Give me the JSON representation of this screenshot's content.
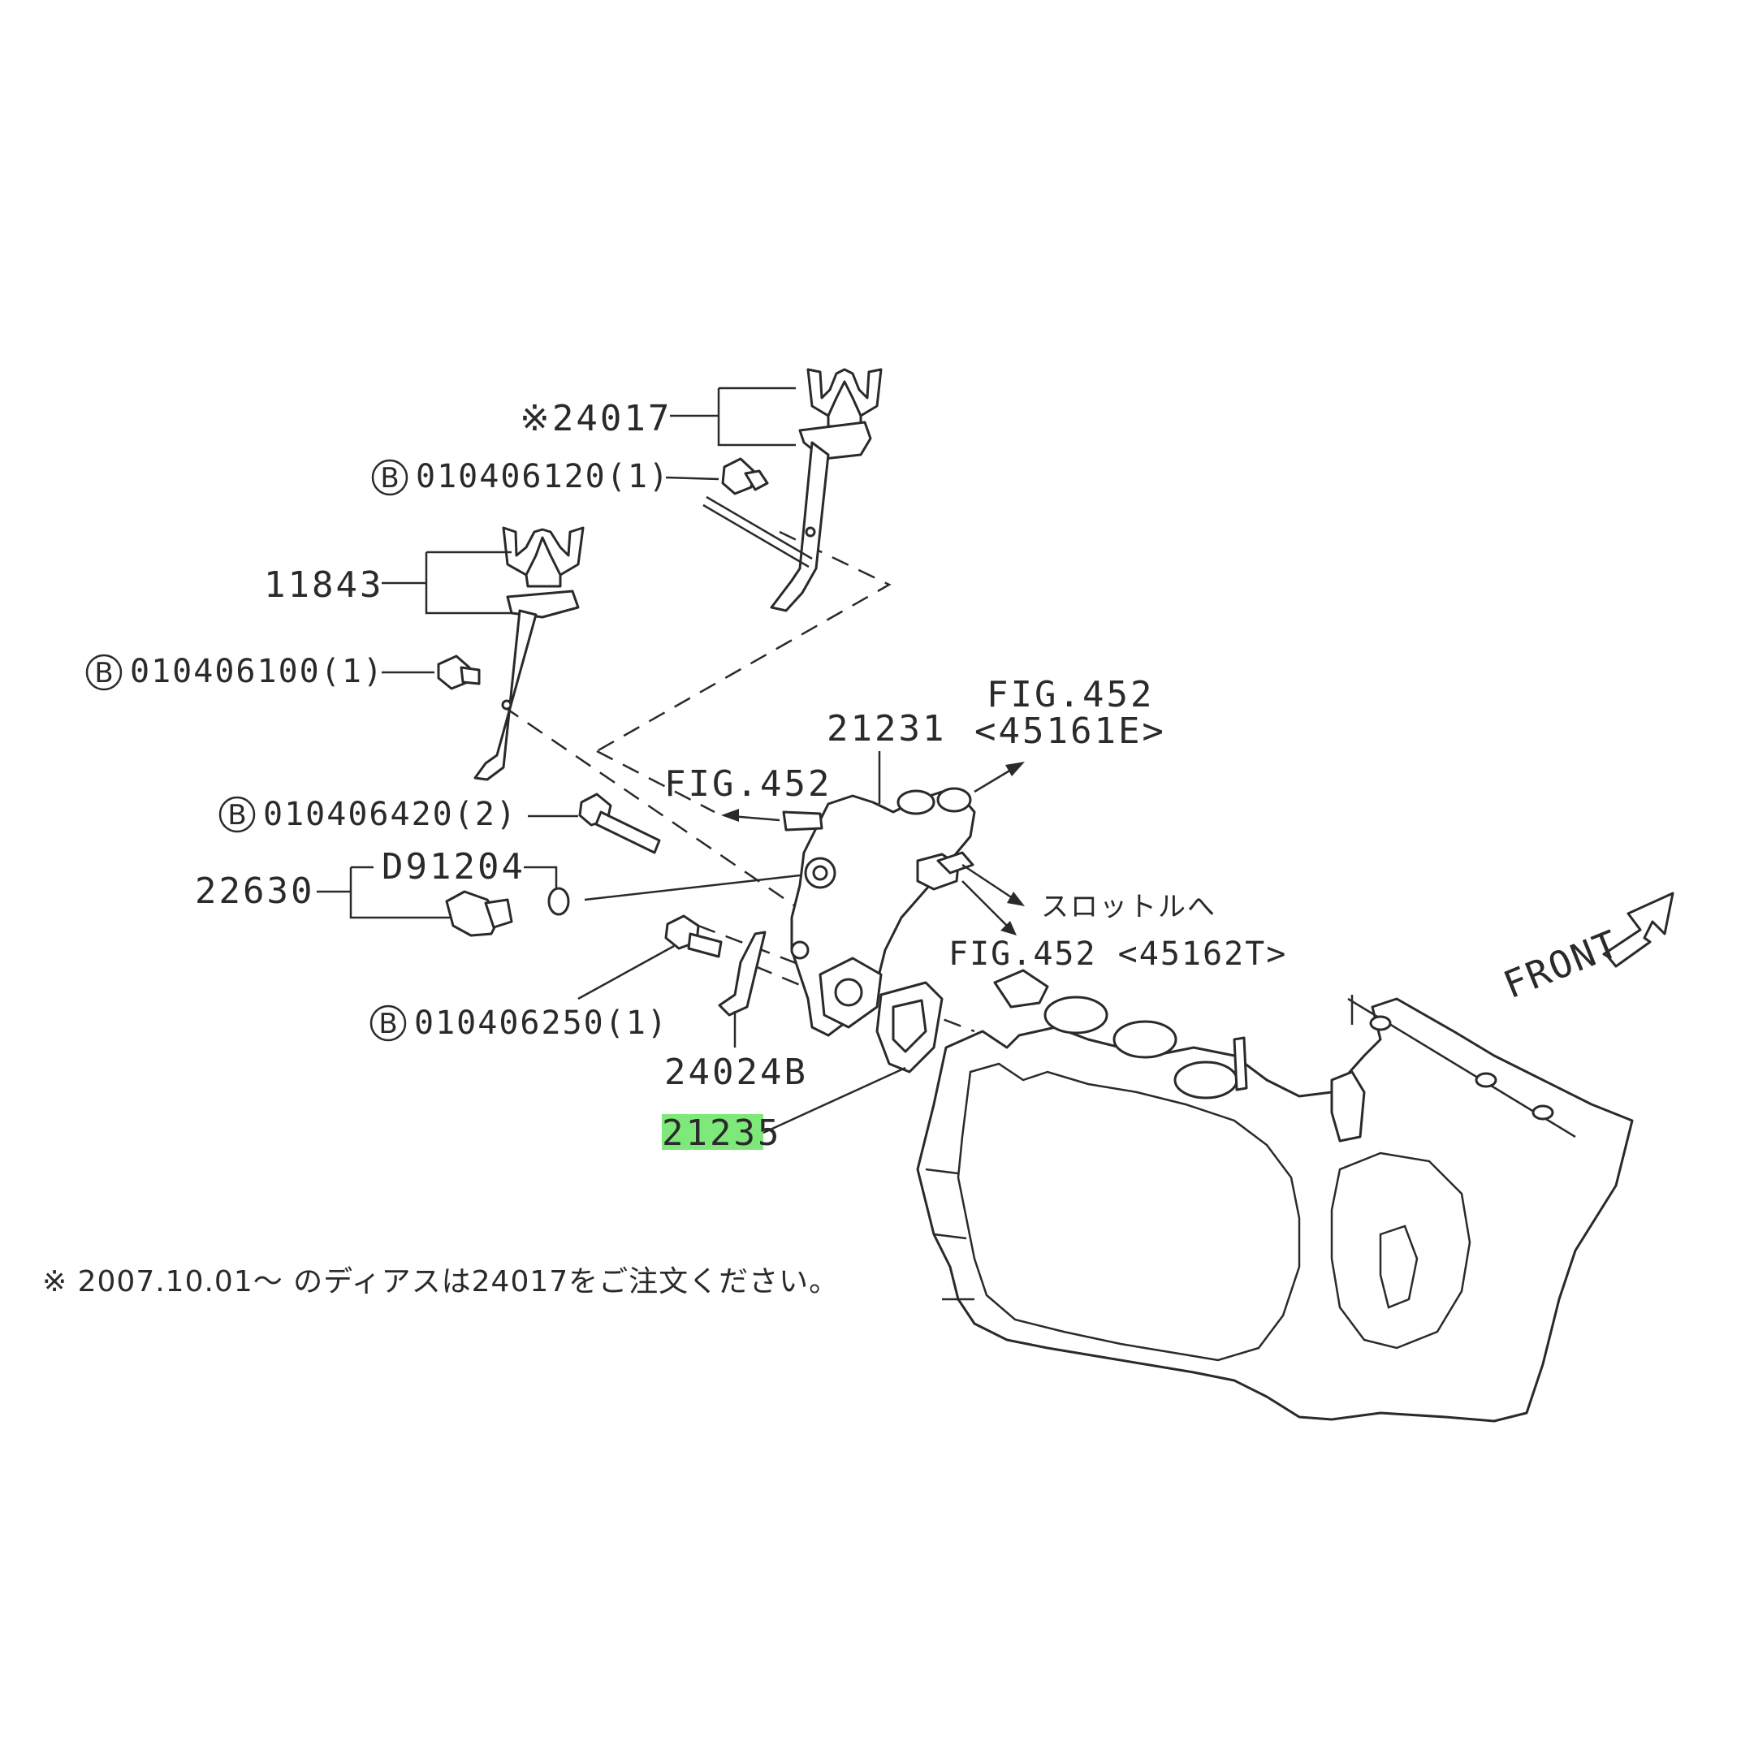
{
  "labels": {
    "part_24017": "※24017",
    "bolt_b1": "010406120(1)",
    "part_11843": "11843",
    "bolt_b2": "010406100(1)",
    "bolt_b3": "010406420(2)",
    "part_d91204": "D91204",
    "part_22630": "22630",
    "bolt_b4": "010406250(1)",
    "part_24024b": "24024B",
    "part_21235": "21235",
    "part_21231": "21231",
    "fig_452_a": "FIG.452",
    "fig_452_a_ref": "<45161E>",
    "fig_452_b": "FIG.452",
    "throttle_jp": "スロットルへ",
    "fig_452_c": "FIG.452 <45162T>",
    "front": "FRONT",
    "b_marker": "B",
    "footnote": "※ 2007.10.01～ のディアスは24017をご注文ください。"
  },
  "highlight_color": "#7ee87a",
  "line_color": "#2a2a2a"
}
